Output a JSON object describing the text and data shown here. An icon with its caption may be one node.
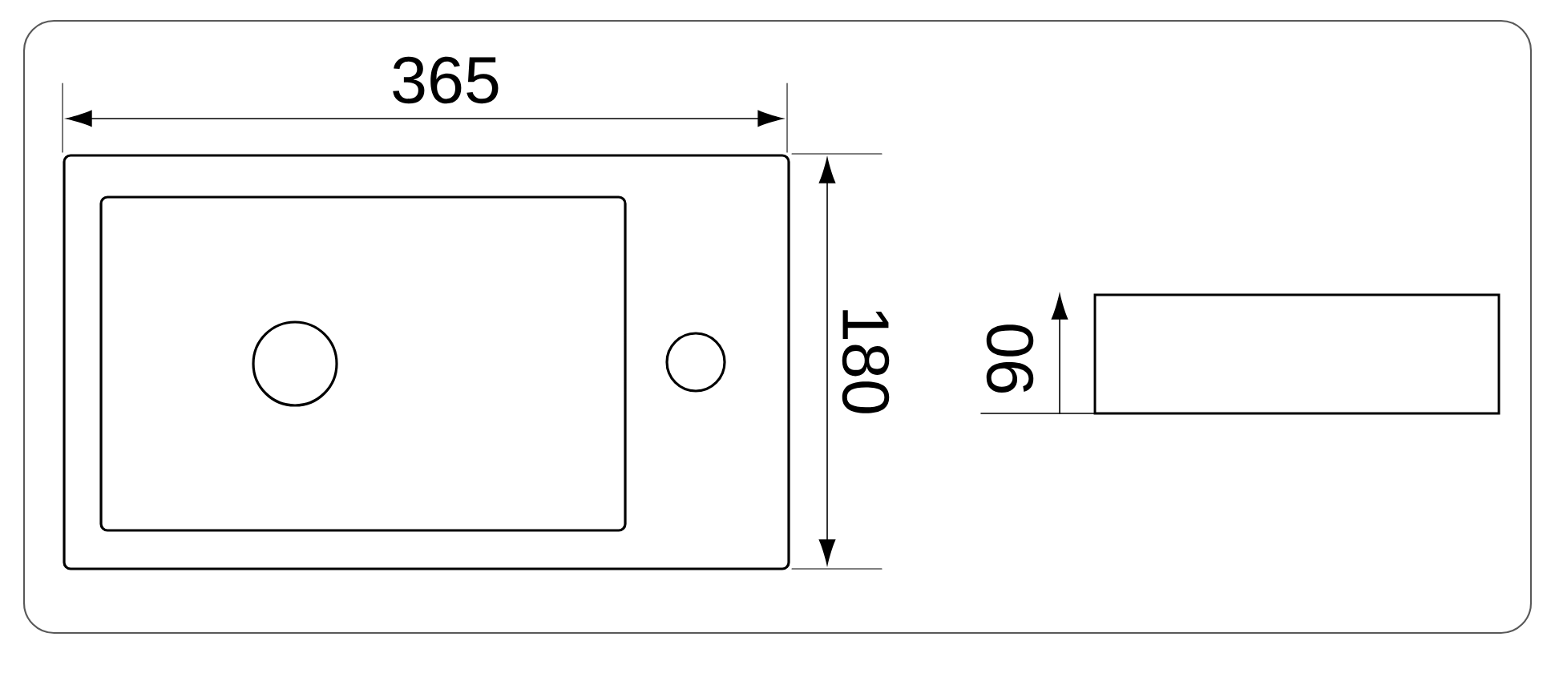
{
  "diagram": {
    "labels": [
      "365",
      "180",
      "90"
    ]
  }
}
